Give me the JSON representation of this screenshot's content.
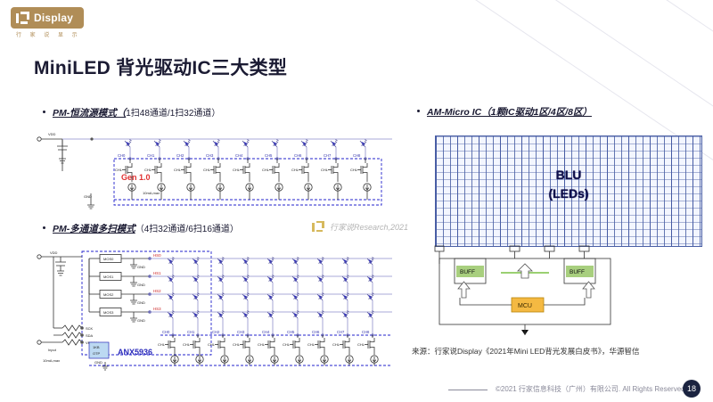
{
  "brand": {
    "logo_text": "Display",
    "logo_sub": "行 家 说 显 示",
    "logo_color": "#b08d57",
    "logo_icon": "bracket-mark-icon"
  },
  "slide": {
    "title": "MiniLED 背光驱动IC三大类型",
    "page_number": "18"
  },
  "bullets": {
    "left_top": {
      "strong": "PM-恒流源模式（",
      "rest": "1扫48通道/1扫32通道）"
    },
    "left_bottom": {
      "strong": "PM-多通道多扫模式",
      "rest": "（4扫32通道/6扫16通道）"
    },
    "right_top": {
      "strong": "AM-Micro IC（1颗IC驱动1区/4区/8区）",
      "rest": ""
    }
  },
  "watermark": {
    "text": "行家说Research,2021",
    "icon": "brand-mark-icon"
  },
  "circuit_gen1": {
    "title": "Gen 1.0",
    "vdd_label": "VDD",
    "gnd_label": "GND",
    "current_label": "10mA,max",
    "channels": [
      "CH0",
      "CH1",
      "CH2",
      "CH3",
      "CH4",
      "CH5",
      "CH6",
      "CH7",
      "CH8"
    ],
    "gate_labels": [
      "CHL",
      "CHL",
      "CHL",
      "CHL",
      "CHL",
      "CHL",
      "CHL",
      "CHL",
      "CHL"
    ],
    "accent": "#2222cc",
    "title_color": "#e03131"
  },
  "circuit_anx": {
    "chip_name": "ANX5936",
    "otp_label": "1KB\nOTP",
    "vdd_label": "VDD",
    "gnd_label": "GND",
    "input_label": "Input",
    "current_label": "10mA,max",
    "pins": [
      "SCK",
      "SDA",
      "VPP/EN"
    ],
    "scan_lines": [
      "HS0",
      "HS1",
      "HS2",
      "HS3"
    ],
    "switch_labels": [
      "MOS0",
      "MOS1",
      "MOS2",
      "MOS3"
    ],
    "switch_gnd": [
      "GND",
      "GND",
      "GND",
      "GND"
    ],
    "channels": [
      "CH0",
      "CH1",
      "CH2",
      "CH3",
      "CH4",
      "CH5",
      "CH6",
      "CH7",
      "CH8"
    ],
    "gate_labels": [
      "CHL",
      "CHL",
      "CHL",
      "CHL",
      "CHL",
      "CHL",
      "CHL",
      "CHL",
      "CHL"
    ],
    "accent": "#2222cc",
    "chip_color": "#2b2bbb"
  },
  "blu": {
    "label_line1": "BLU",
    "label_line2": "(LEDs)",
    "grid_color": "#4a5fa5",
    "buffers": [
      "BUFF",
      "BUFF"
    ],
    "mcu": "MCU",
    "buffer_color": "#a8cf7e",
    "mcu_color": "#f4b942"
  },
  "source_note": "来源：行家说Display《2021年Mini LED背光发展白皮书》，华源智信",
  "footer": {
    "copyright": "©2021 行家信息科技（广州）有限公司. All Rights Reserved."
  }
}
